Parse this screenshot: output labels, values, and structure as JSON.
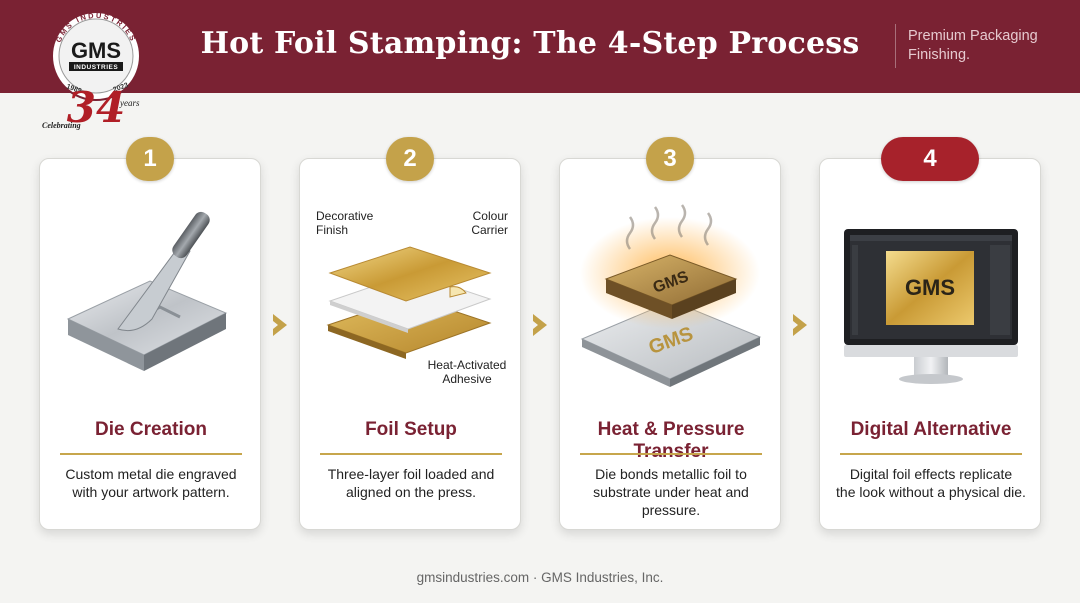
{
  "header": {
    "title": "Hot Foil Stamping: The 4-Step Process",
    "tagline_line1": "Premium Packaging",
    "tagline_line2": "Finishing."
  },
  "logo": {
    "brand": "GMS",
    "ring_text": "GMS INDUSTRIES",
    "sub": "INDUSTRIES",
    "year_left": "1989",
    "year_right": "2023",
    "number": "34",
    "years_word": "years",
    "celebrating": "Celebrating"
  },
  "steps": [
    {
      "number": "1",
      "title": "Die Creation",
      "desc_line1": "Custom metal die engraved",
      "desc_line2": "with your artwork pattern."
    },
    {
      "number": "2",
      "title": "Foil Setup",
      "desc_line1": "Three-layer foil loaded and",
      "desc_line2": "aligned on the press."
    },
    {
      "number": "3",
      "title": "Heat & Pressure Transfer",
      "desc_line1": "Die bonds metallic foil to",
      "desc_line2": "substrate under heat and pressure."
    },
    {
      "number": "4",
      "title": "Digital Alternative",
      "desc_line1": "Digital foil effects replicate",
      "desc_line2": "the look without a physical die."
    }
  ],
  "foil_labels": {
    "decorative_1": "Decorative",
    "decorative_2": "Finish",
    "colour_1": "Colour",
    "colour_2": "Carrier",
    "adhesive_1": "Heat-Activated",
    "adhesive_2": "Adhesive"
  },
  "illus_brand": "GMS",
  "footer": "gmsindustries.com · GMS Industries, Inc.",
  "colors": {
    "maroon": "#7a2233",
    "gold": "#c4a24a",
    "active_red": "#a7222b"
  }
}
